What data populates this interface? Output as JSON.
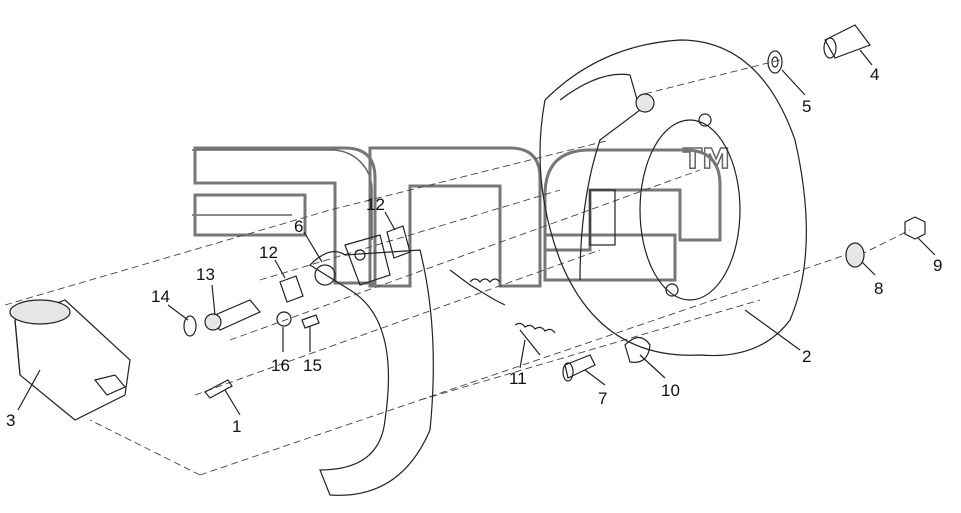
{
  "diagram": {
    "watermark": "",
    "trademark": "TM",
    "callouts": [
      {
        "id": "1",
        "label": "1"
      },
      {
        "id": "2",
        "label": "2"
      },
      {
        "id": "3",
        "label": "3"
      },
      {
        "id": "4",
        "label": "4"
      },
      {
        "id": "5",
        "label": "5"
      },
      {
        "id": "6",
        "label": "6"
      },
      {
        "id": "7",
        "label": "7"
      },
      {
        "id": "8",
        "label": "8"
      },
      {
        "id": "9",
        "label": "9"
      },
      {
        "id": "10",
        "label": "10"
      },
      {
        "id": "11",
        "label": "11"
      },
      {
        "id": "12a",
        "label": "12"
      },
      {
        "id": "12b",
        "label": "12"
      },
      {
        "id": "13",
        "label": "13"
      },
      {
        "id": "14",
        "label": "14"
      },
      {
        "id": "15",
        "label": "15"
      },
      {
        "id": "16",
        "label": "16"
      }
    ]
  }
}
